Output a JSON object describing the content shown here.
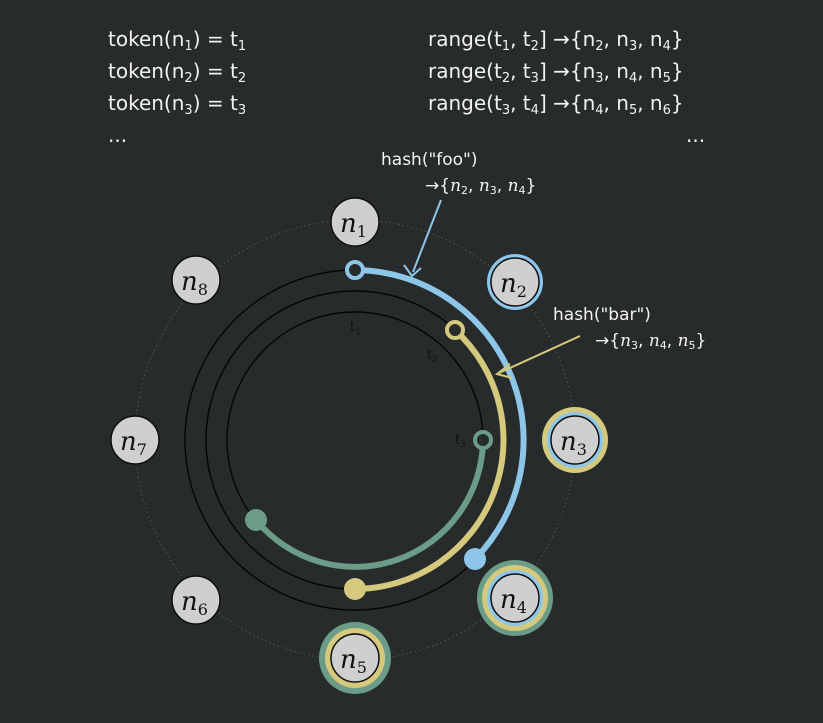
{
  "tokens": [
    {
      "lhs": "token(n",
      "lhs_sub": "1",
      "mid": ") = t",
      "rhs_sub": "1"
    },
    {
      "lhs": "token(n",
      "lhs_sub": "2",
      "mid": ") = t",
      "rhs_sub": "2"
    },
    {
      "lhs": "token(n",
      "lhs_sub": "3",
      "mid": ") = t",
      "rhs_sub": "3"
    }
  ],
  "token_ellipsis": "...",
  "ranges": [
    {
      "a": "range(t",
      "a1": "1",
      "b": ", t",
      "b1": "2",
      "c": "] →{n",
      "n1": "2",
      "d": ", n",
      "n2": "3",
      "e": ", n",
      "n3": "4",
      "f": "}"
    },
    {
      "a": "range(t",
      "a1": "2",
      "b": ", t",
      "b1": "3",
      "c": "] →{n",
      "n1": "3",
      "d": ", n",
      "n2": "4",
      "e": ", n",
      "n3": "5",
      "f": "}"
    },
    {
      "a": "range(t",
      "a1": "3",
      "b": ", t",
      "b1": "4",
      "c": "] →{n",
      "n1": "4",
      "d": ", n",
      "n2": "5",
      "e": ", n",
      "n3": "6",
      "f": "}"
    }
  ],
  "range_ellipsis": "...",
  "foo": {
    "title": "hash(\"foo\")",
    "arrow": "→{",
    "n1": "n",
    "s1": "2",
    "n2": "n",
    "s2": "3",
    "n3": "n",
    "s3": "4",
    "close": "}",
    "sep": ", "
  },
  "bar": {
    "title": "hash(\"bar\")",
    "arrow": "→{",
    "n1": "n",
    "s1": "3",
    "n2": "n",
    "s2": "4",
    "n3": "n",
    "s3": "5",
    "close": "}",
    "sep": ", "
  },
  "nodes": [
    {
      "letter": "n",
      "sub": "1"
    },
    {
      "letter": "n",
      "sub": "2"
    },
    {
      "letter": "n",
      "sub": "3"
    },
    {
      "letter": "n",
      "sub": "4"
    },
    {
      "letter": "n",
      "sub": "5"
    },
    {
      "letter": "n",
      "sub": "6"
    },
    {
      "letter": "n",
      "sub": "7"
    },
    {
      "letter": "n",
      "sub": "8"
    }
  ],
  "token_labels": [
    {
      "t": "t",
      "sub": "1"
    },
    {
      "t": "t",
      "sub": "2"
    },
    {
      "t": "t",
      "sub": "3"
    }
  ],
  "colors": {
    "background": "#282b2b",
    "blue": "#8ec6ea",
    "yellow": "#d4c97c",
    "green": "#6a9c88",
    "node_fill": "#cfcfcf"
  }
}
